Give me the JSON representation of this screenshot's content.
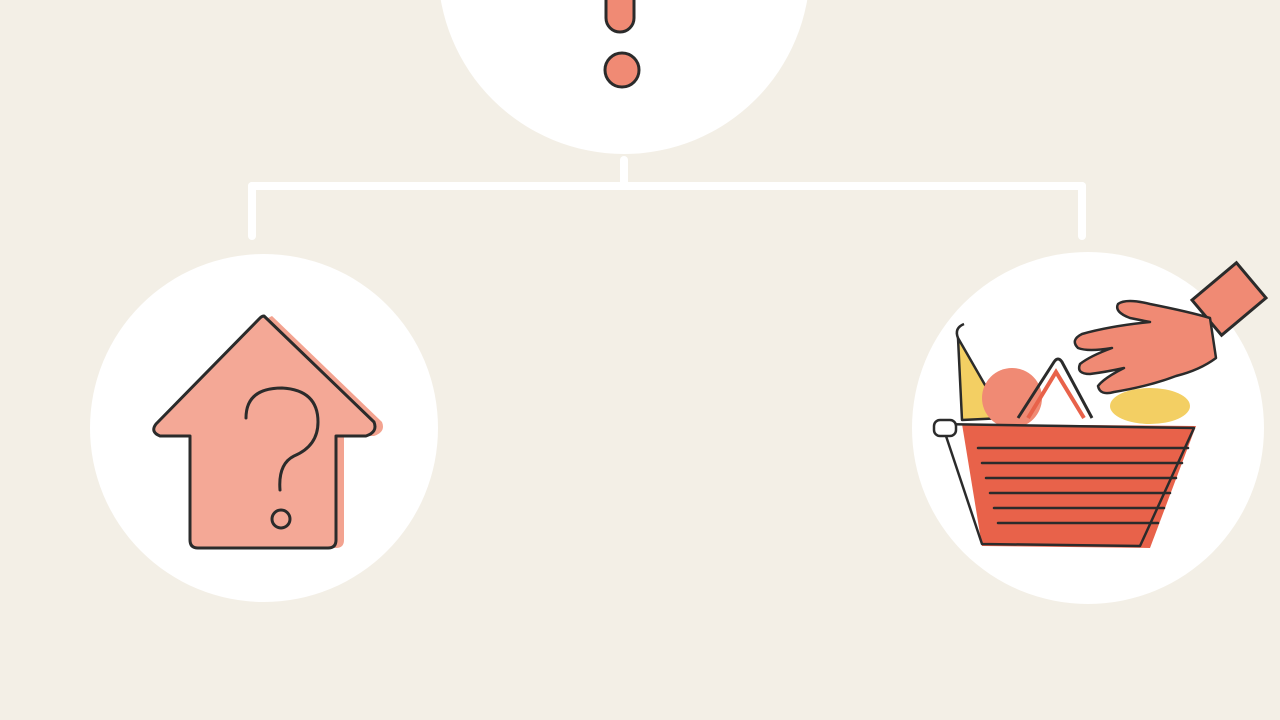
{
  "diagram": {
    "colors": {
      "background": "#f3efe6",
      "circle_fill": "#ffffff",
      "connector": "#ffffff",
      "accent_coral": "#f08a74",
      "accent_red": "#e8624a",
      "accent_yellow": "#f3cf63",
      "outline": "#2b2b2b"
    },
    "nodes": [
      {
        "id": "top",
        "icon": "exclamation-icon"
      },
      {
        "id": "left",
        "icon": "house-question-icon"
      },
      {
        "id": "right",
        "icon": "hand-basket-icon"
      }
    ]
  }
}
